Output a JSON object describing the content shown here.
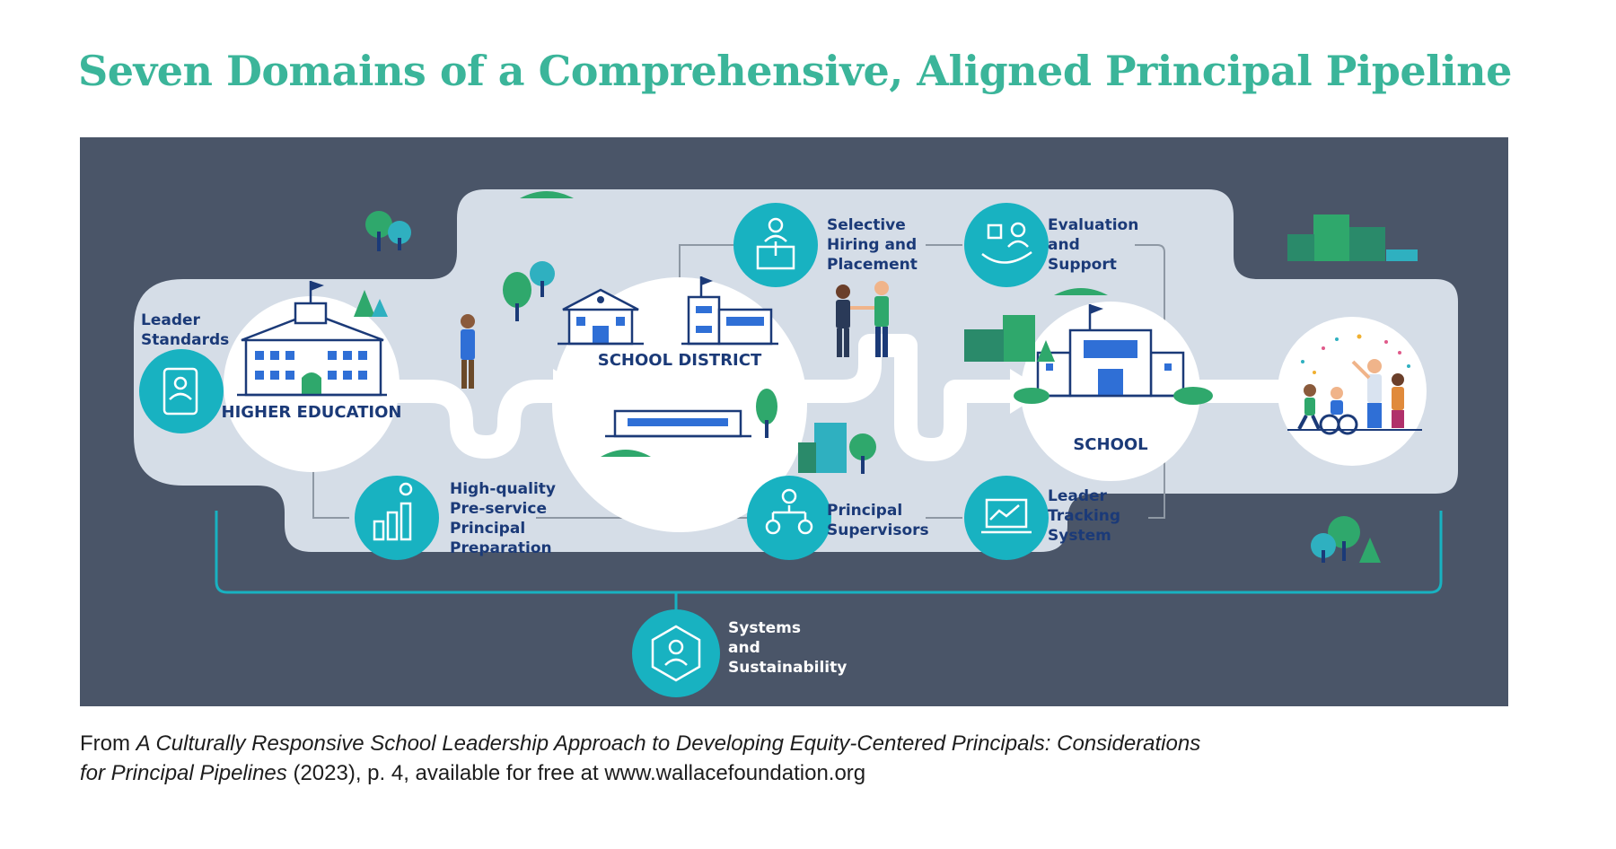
{
  "title": "Seven Domains of a Comprehensive, Aligned Principal Pipeline",
  "colors": {
    "title": "#3bb59a",
    "panel_bg": "#4a5568",
    "band": "#d5dde7",
    "teal": "#18b2c1",
    "navy": "#1b3a78",
    "line": "#8e98a4",
    "building": "#2f6fd6",
    "tree_green": "#2fa86c",
    "window": "#ffffff"
  },
  "labels": {
    "leader_standards": [
      "Leader",
      "Standards"
    ],
    "higher_education": "HIGHER EDUCATION",
    "preservice": [
      "High-quality",
      "Pre-service",
      "Principal",
      "Preparation"
    ],
    "school_district": "SCHOOL DISTRICT",
    "hiring": [
      "Selective",
      "Hiring and",
      "Placement"
    ],
    "evaluation": [
      "Evaluation",
      "and",
      "Support"
    ],
    "supervisors": [
      "Principal",
      "Supervisors"
    ],
    "tracking": [
      "Leader",
      "Tracking",
      "System"
    ],
    "school": "SCHOOL",
    "systems": [
      "Systems",
      "and",
      "Sustainability"
    ]
  },
  "icons": {
    "leader_standards": "badge-book-icon",
    "preservice": "bar-chart-person-icon",
    "hiring": "org-hiring-icon",
    "evaluation": "checklist-hand-icon",
    "supervisors": "org-chart-icon",
    "tracking": "laptop-chart-icon",
    "systems": "network-person-icon"
  },
  "citation": {
    "prefix": "From ",
    "title_line1": "A Culturally Responsive School Leadership Approach to Developing Equity-Centered Principals: Considerations",
    "title_line2": "for Principal Pipelines",
    "suffix": " (2023), p. 4, available for free at www.wallacefoundation.org"
  }
}
